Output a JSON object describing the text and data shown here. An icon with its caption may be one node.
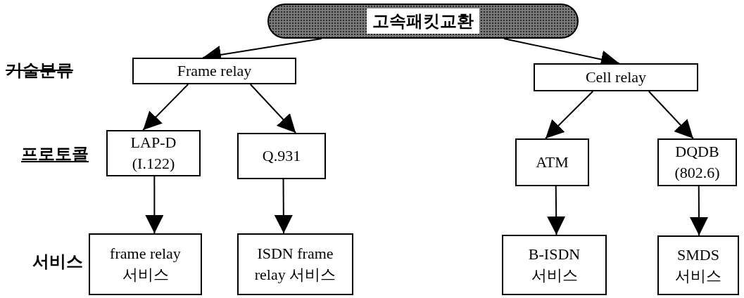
{
  "diagram": {
    "nodes": [
      {
        "text": [
          "고속패킷교환"
        ]
      },
      {
        "text": [
          "Frame relay"
        ]
      },
      {
        "text": [
          "Cell relay"
        ]
      },
      {
        "text": [
          "LAP-D (I.122)"
        ]
      },
      {
        "text": [
          "Q.931"
        ]
      },
      {
        "text": [
          "ATM"
        ]
      },
      {
        "text": [
          "DQDB (802.6)"
        ]
      },
      {
        "text": [
          "frame relay 서비스"
        ]
      },
      {
        "text": [
          "ISDN frame relay 서비스"
        ]
      },
      {
        "text": [
          "B-ISDN 서비스"
        ]
      },
      {
        "text": [
          "SMDS 서비스"
        ]
      }
    ],
    "edges": [
      {
        "from": 0,
        "to": 1,
        "arrow": "to"
      },
      {
        "from": 0,
        "to": 2,
        "arrow": "to"
      },
      {
        "from": 1,
        "to": 3,
        "arrow": "to"
      },
      {
        "from": 1,
        "to": 4,
        "arrow": "to"
      },
      {
        "from": 2,
        "to": 5,
        "arrow": "to"
      },
      {
        "from": 2,
        "to": 6,
        "arrow": "to"
      },
      {
        "from": 3,
        "to": 7,
        "arrow": "to"
      },
      {
        "from": 4,
        "to": 8,
        "arrow": "to"
      },
      {
        "from": 5,
        "to": 9,
        "arrow": "to"
      },
      {
        "from": 6,
        "to": 10,
        "arrow": "to"
      }
    ],
    "labels": [
      "기술분류",
      "프로토콜",
      "서비스"
    ]
  }
}
